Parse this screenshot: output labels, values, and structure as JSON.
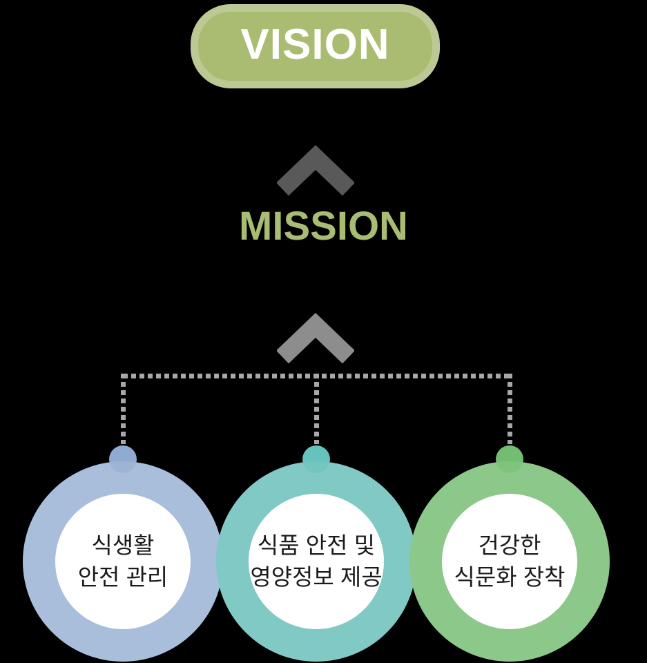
{
  "diagram": {
    "background": "#000000",
    "vision": {
      "label": "VISION",
      "text_color": "#ffffff",
      "fill": "#a9bc72",
      "rim": "#bdc994"
    },
    "mission": {
      "label": "MISSION",
      "color": "#a8bc74"
    },
    "arrows": {
      "upper_color": "#595959",
      "lower_color": "#8d8d8d"
    },
    "connector": {
      "dot_color": "#a8a8a8"
    },
    "pillars": [
      {
        "lines": [
          "식생활",
          "안전 관리"
        ],
        "ring_color": "#a9bedb",
        "bump_color": "#8fabd0",
        "inner_color": "#ffffff",
        "text_color": "#1b1b1b"
      },
      {
        "lines": [
          "식품 안전 및",
          "영양정보 제공"
        ],
        "ring_color": "#81c9c4",
        "bump_color": "#66c2bc",
        "inner_color": "#ffffff",
        "text_color": "#1b1b1b"
      },
      {
        "lines": [
          "건강한",
          "식문화 장착"
        ],
        "ring_color": "#8cc88a",
        "bump_color": "#73bd70",
        "inner_color": "#ffffff",
        "text_color": "#1b1b1b"
      }
    ]
  }
}
